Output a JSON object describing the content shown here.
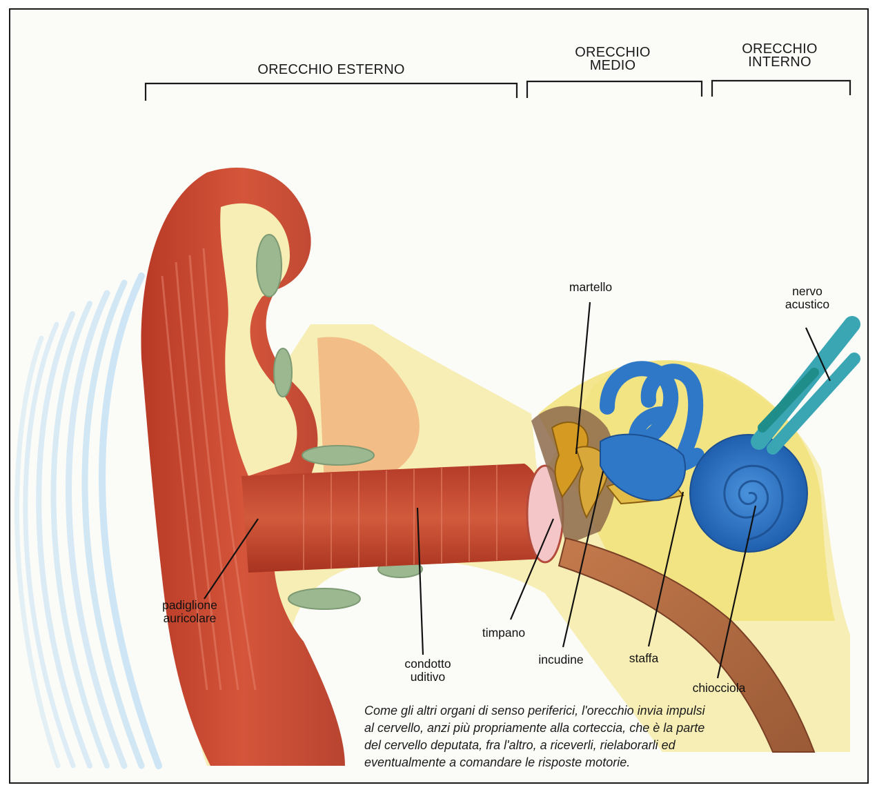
{
  "sections": {
    "outer": {
      "lines": [
        "ORECCHIO ESTERNO"
      ]
    },
    "middle": {
      "lines": [
        "ORECCHIO",
        "MEDIO"
      ]
    },
    "inner": {
      "lines": [
        "ORECCHIO",
        "INTERNO"
      ]
    }
  },
  "labels": {
    "martello": [
      "martello"
    ],
    "nervo_acustico": [
      "nervo",
      "acustico"
    ],
    "padiglione_auricolare": [
      "padiglione",
      "auricolare"
    ],
    "condotto_uditivo": [
      "condotto",
      "uditivo"
    ],
    "timpano": [
      "timpano"
    ],
    "incudine": [
      "incudine"
    ],
    "staffa": [
      "staffa"
    ],
    "chiocciola": [
      "chiocciola"
    ]
  },
  "caption": {
    "lines": [
      "Come gli altri organi di senso periferici, l'orecchio invia impulsi",
      "al cervello, anzi più propriamente alla corteccia, che è la parte",
      "del cervello deputata, fra l'altro, a riceverli, rielaborarli ed",
      "eventualmente a comandare le risposte motorie."
    ]
  },
  "colors": {
    "ear_red": "#c8462e",
    "skin_cream": "#f7eeb5",
    "bone_yellow": "#f2e27a",
    "ossicle_gold": "#d49a22",
    "labyrinth_blue": "#2f78c8",
    "nerve_teal": "#3aa6b4",
    "sound_wave_blue": "#a8d3f0"
  }
}
